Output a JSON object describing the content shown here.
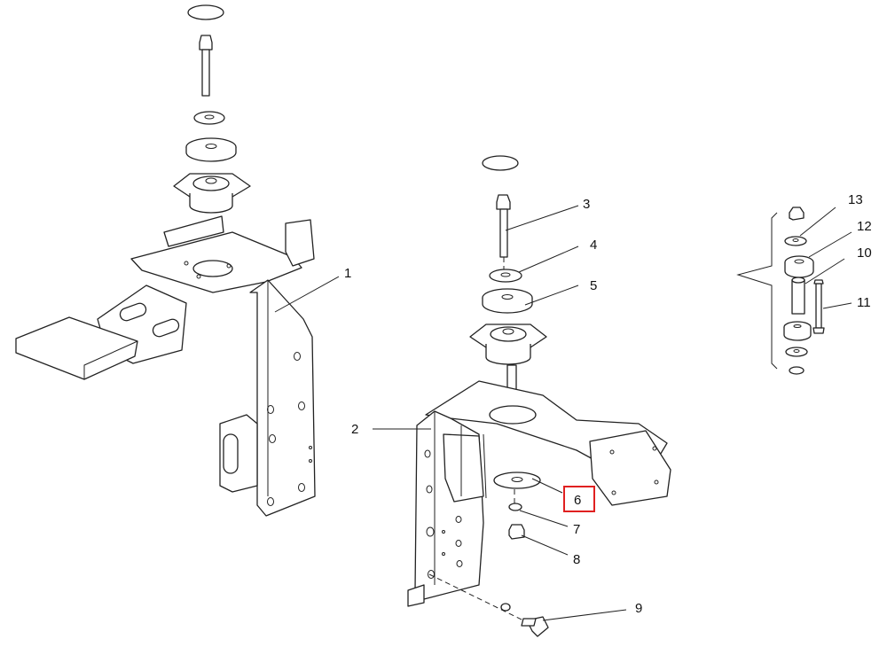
{
  "callouts": [
    {
      "id": "c1",
      "text": "1"
    },
    {
      "id": "c2",
      "text": "2"
    },
    {
      "id": "c3",
      "text": "3"
    },
    {
      "id": "c4",
      "text": "4"
    },
    {
      "id": "c5",
      "text": "5"
    },
    {
      "id": "c6",
      "text": "6",
      "highlighted": true
    },
    {
      "id": "c7",
      "text": "7"
    },
    {
      "id": "c8",
      "text": "8"
    },
    {
      "id": "c9",
      "text": "9"
    },
    {
      "id": "c10",
      "text": "10"
    },
    {
      "id": "c11",
      "text": "11"
    },
    {
      "id": "c12",
      "text": "12"
    },
    {
      "id": "c13",
      "text": "13"
    }
  ],
  "highlight_color": "#e02020",
  "line_color": "#222222"
}
